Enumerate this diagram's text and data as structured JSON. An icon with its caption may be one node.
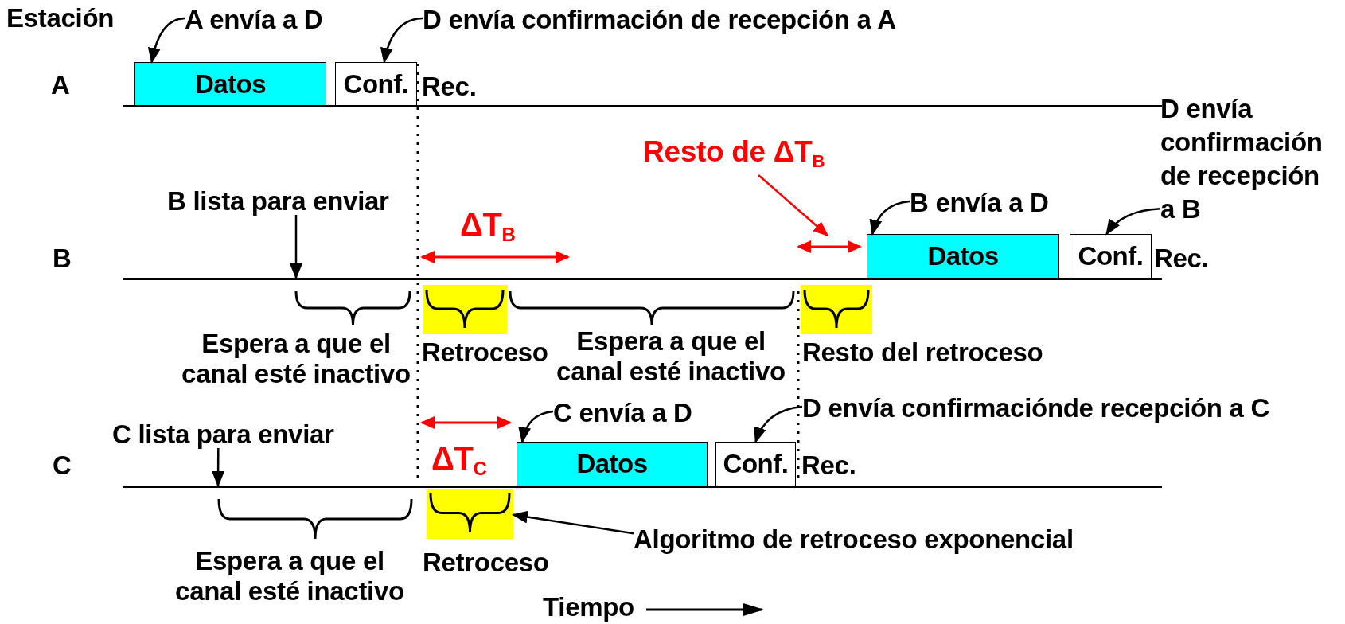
{
  "diagram": {
    "nodes": [
      {
        "text": [
          "A envía a D"
        ]
      },
      {
        "text": [
          "Datos"
        ]
      },
      {
        "text": [
          "Conf."
        ],
        "beside": [
          "Rec."
        ]
      },
      {
        "text": [
          "D envía confirmación de recepción a A"
        ]
      },
      {
        "text": [
          "B lista para enviar"
        ]
      },
      {
        "text": [
          "B envía a D"
        ]
      },
      {
        "text": [
          "Datos"
        ]
      },
      {
        "text": [
          "Conf."
        ],
        "beside": [
          "Rec."
        ]
      },
      {
        "text": [
          "D envía confirmación de recepción a B"
        ]
      },
      {
        "text": [
          "Resto de ΔT$_{B}$"
        ]
      },
      {
        "text": [],
        "shape": "box",
        "beside": [
          "Retroceso"
        ]
      },
      {
        "text": [],
        "shape": "box",
        "beside": [
          "Resto del retroceso"
        ]
      },
      {
        "text": [
          "C lista para enviar"
        ]
      },
      {
        "text": [
          "C envía a D"
        ]
      },
      {
        "text": [
          "Datos"
        ]
      },
      {
        "text": [
          "Conf."
        ],
        "beside": [
          "Rec."
        ]
      },
      {
        "text": [
          "D envía confirmaciónde recepción a C"
        ]
      },
      {
        "text": [],
        "shape": "box",
        "beside": [
          "Retroceso"
        ]
      },
      {
        "text": [
          "Algoritmo de retroceso exponencial"
        ]
      },
      {
        "text": [],
        "shape": "bar"
      },
      {
        "text": [],
        "shape": "bar"
      },
      {
        "text": [],
        "shape": "bar"
      }
    ],
    "edges": [
      {
        "from": 0,
        "to": 1,
        "arrow": "to"
      },
      {
        "from": 3,
        "to": 2,
        "arrow": "to"
      },
      {
        "from": 4,
        "to": 20,
        "arrow": "to"
      },
      {
        "from": 5,
        "to": 6,
        "arrow": "to"
      },
      {
        "from": 8,
        "to": 7,
        "arrow": "to"
      },
      {
        "from": 9,
        "to": null,
        "arrow": "to",
        "color": "#ff0000"
      },
      {
        "from": 12,
        "to": 21,
        "arrow": "to"
      },
      {
        "from": 13,
        "to": 14,
        "arrow": "to"
      },
      {
        "from": 16,
        "to": 15,
        "arrow": "to"
      },
      {
        "from": 18,
        "to": 17,
        "arrow": "to"
      }
    ],
    "labels": [
      "Estación",
      "A",
      "B",
      "ΔT$_{B}$",
      "Espera a que el canal esté inactivo",
      "Espera a que el canal esté inactivo",
      "C",
      "ΔT$_{C}$",
      "Espera a que el canal esté inactivo",
      "Tiempo"
    ]
  }
}
